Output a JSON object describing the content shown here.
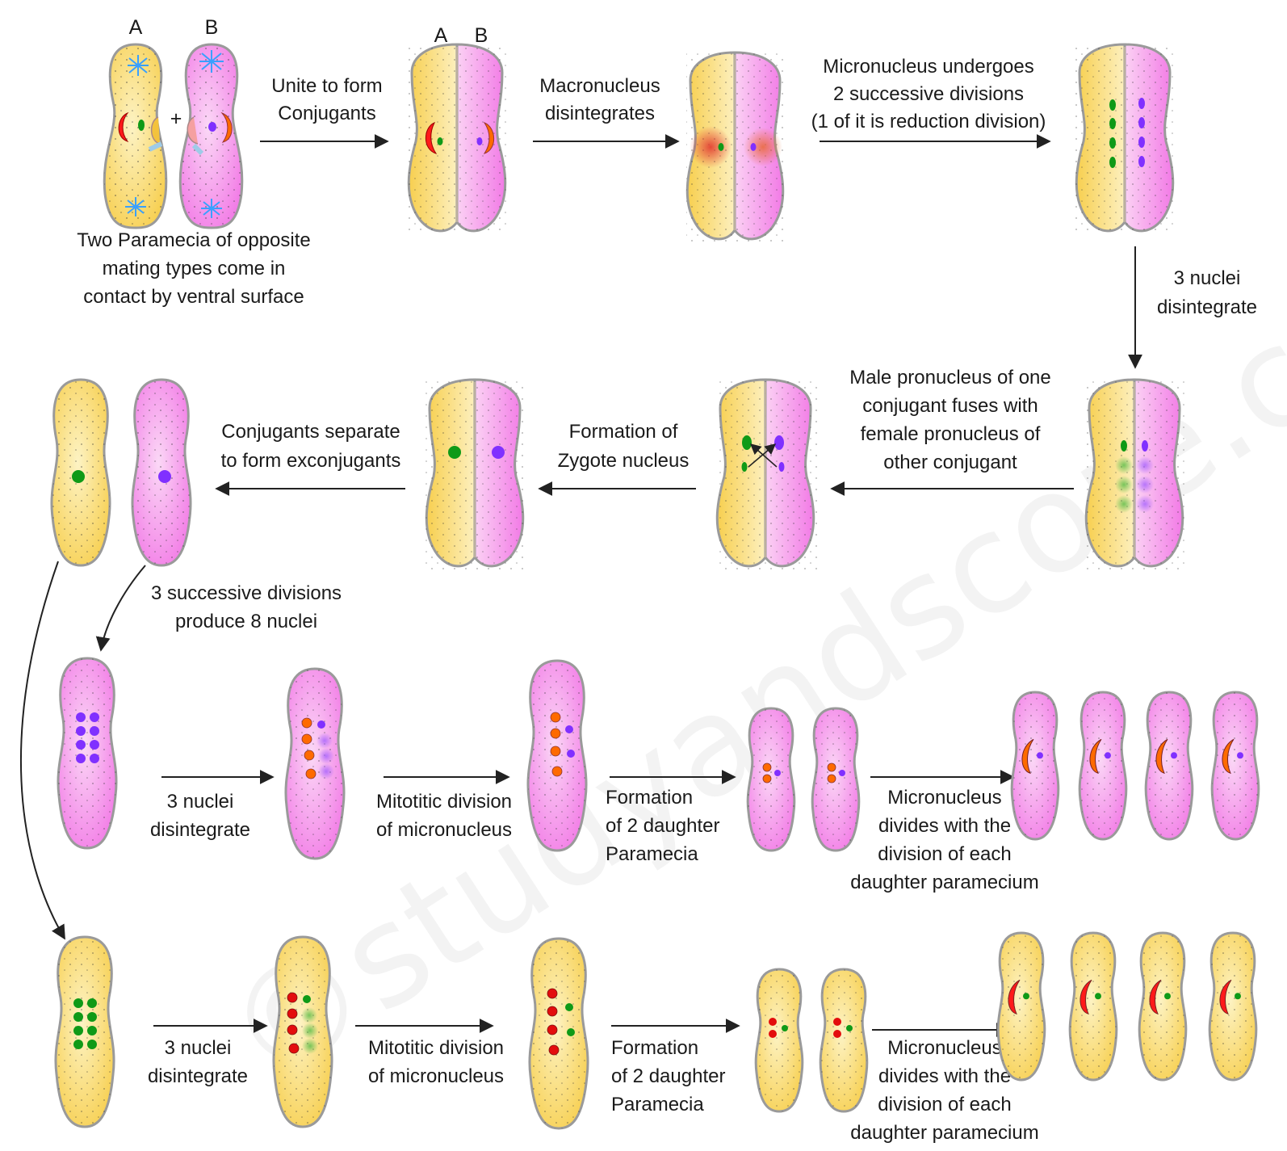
{
  "watermark": "©studyandscore.com",
  "colors": {
    "yellow_cell": "#f7cf4f",
    "yellow_cell_light": "#fdf3c4",
    "pink_cell": "#f27ae6",
    "pink_cell_light": "#fbd8f6",
    "macro_red": "#ff1a1a",
    "macro_orange": "#ff6a00",
    "micro_green": "#0f9a17",
    "micro_purple": "#8030ff",
    "contractile_blue": "#3aa0ff"
  },
  "cell_labels": {
    "a": "A",
    "b": "B"
  },
  "steps": {
    "s1_caption": [
      "Two Paramecia of opposite",
      "mating types come in",
      "contact  by ventral surface"
    ],
    "plus": "+",
    "s2_arrow": [
      "Unite to form",
      "Conjugants"
    ],
    "s3_arrow": [
      "Macronucleus",
      "disintegrates"
    ],
    "s4_arrow": [
      "Micronucleus undergoes",
      "2 successive divisions",
      "(1 of it is reduction division)"
    ],
    "s5_arrow": [
      "3 nuclei",
      "disintegrate"
    ],
    "s6_arrow": [
      "Male pronucleus of one",
      "conjugant fuses with",
      "female pronucleus of",
      "other conjugant"
    ],
    "s7_arrow": [
      "Formation of",
      "Zygote nucleus"
    ],
    "s8_arrow": [
      "Conjugants separate",
      "to form exconjugants"
    ],
    "s9_arrow": [
      "3 successive divisions",
      "produce 8 nuclei"
    ],
    "row3_a": [
      "3 nuclei",
      "disintegrate"
    ],
    "row3_b": [
      "Mitotitic division",
      "of micronucleus"
    ],
    "row3_c": [
      "Formation",
      "of 2 daughter",
      "Paramecia"
    ],
    "row3_d": [
      "Micronucleus",
      "divides with the",
      "division of each",
      "daughter paramecium"
    ],
    "row4_a": [
      "3 nuclei",
      "disintegrate"
    ],
    "row4_b": [
      "Mitotitic division",
      "of micronucleus"
    ],
    "row4_c": [
      "Formation",
      "of 2 daughter",
      "Paramecia"
    ],
    "row4_d": [
      "Micronucleus",
      "divides with the",
      "division of each",
      "daughter paramecium"
    ]
  }
}
